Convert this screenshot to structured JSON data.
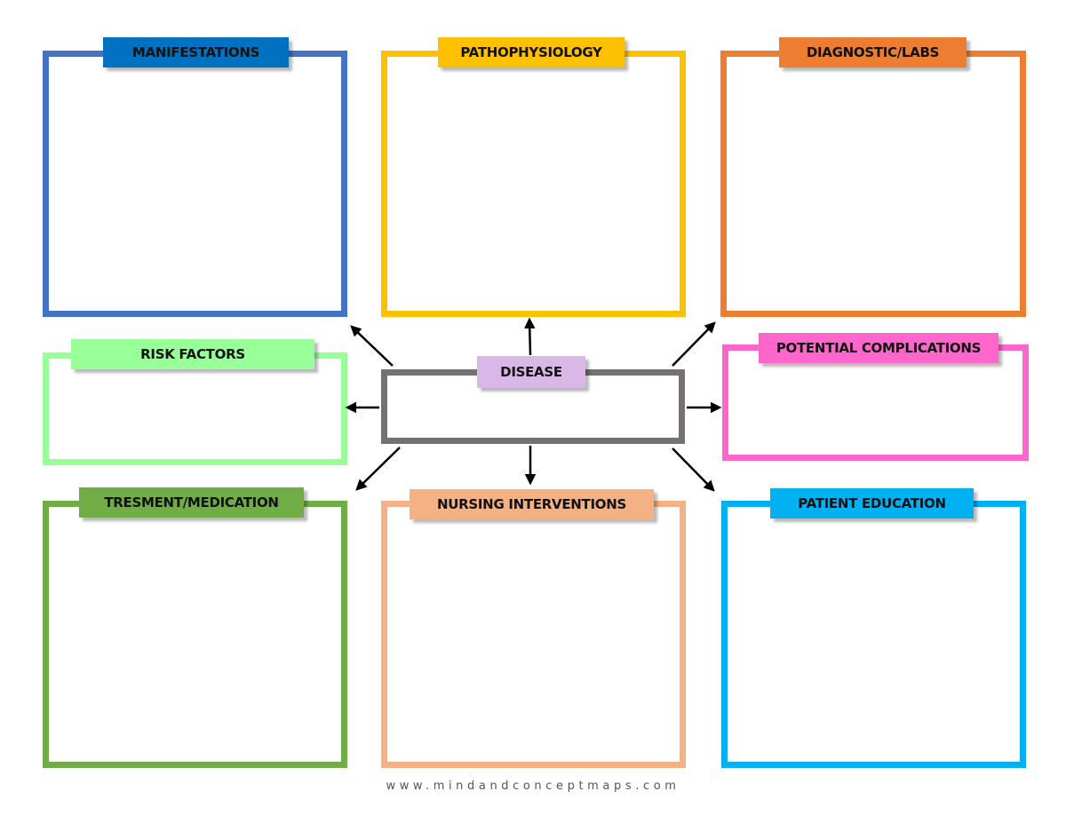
{
  "nodes": {
    "manifestations": {
      "label": "MANIFESTATIONS",
      "color": "#4472c4",
      "label_bg": "#0070c0"
    },
    "pathophysiology": {
      "label": "PATHOPHYSIOLOGY",
      "color": "#ffc000",
      "label_bg": "#ffc000"
    },
    "diagnostic": {
      "label": "DIAGNOSTIC/LABS",
      "color": "#ed7d31",
      "label_bg": "#ed7d31"
    },
    "risk_factors": {
      "label": "RISK FACTORS",
      "color": "#99ff99",
      "label_bg": "#99ff99"
    },
    "disease": {
      "label": "DISEASE",
      "color": "#767171",
      "label_bg": "#d9b8e8"
    },
    "complications": {
      "label": "POTENTIAL COMPLICATIONS",
      "color": "#ff66cc",
      "label_bg": "#ff66cc"
    },
    "treatment": {
      "label": "TRESMENT/MEDICATION",
      "color": "#70ad47",
      "label_bg": "#70ad47"
    },
    "nursing": {
      "label": "NURSING INTERVENTIONS",
      "color": "#f4b183",
      "label_bg": "#f4b183"
    },
    "education": {
      "label": "PATIENT EDUCATION",
      "color": "#00b0f0",
      "label_bg": "#00b0f0"
    }
  },
  "footer": "www.mindandconceptmaps.com"
}
